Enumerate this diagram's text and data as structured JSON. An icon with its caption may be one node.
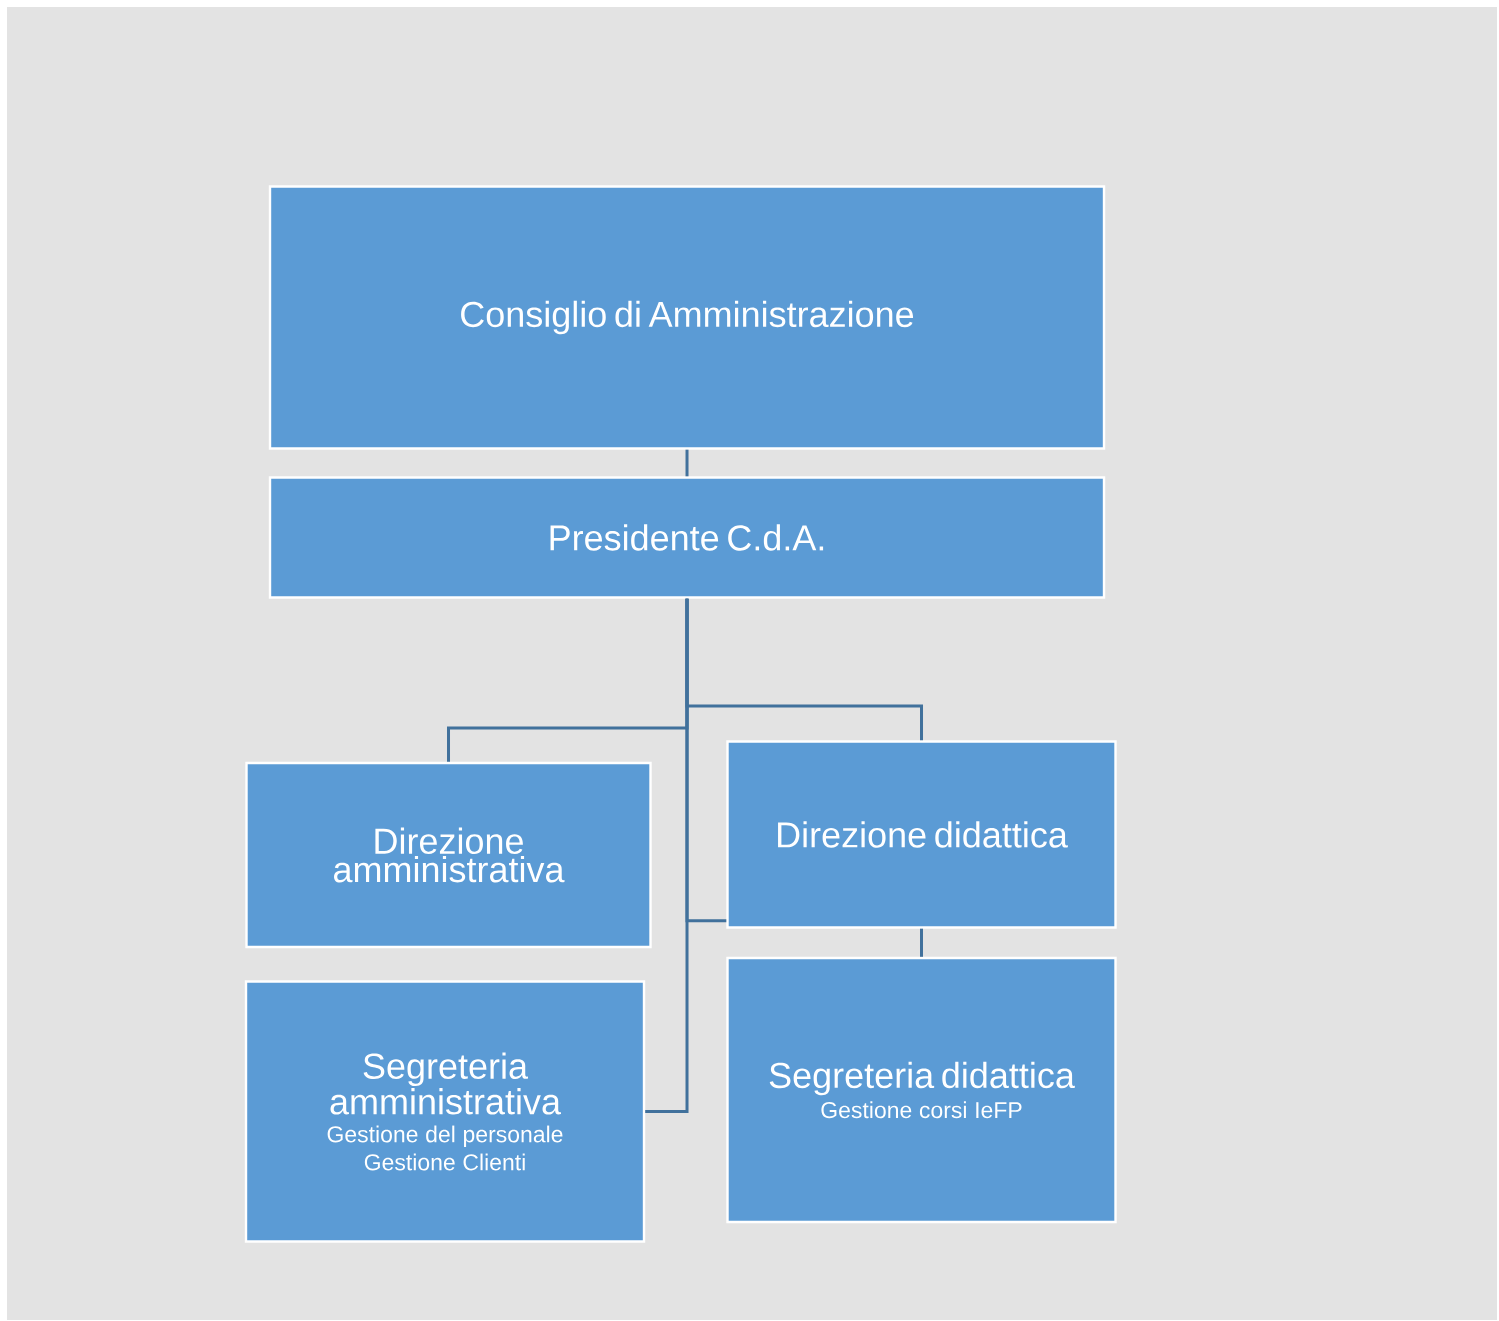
{
  "diagram": {
    "nodes": [
      {
        "text": [
          "Consiglio di Amministrazione"
        ]
      },
      {
        "text": [
          "Presidente C.d.A."
        ]
      },
      {
        "text": [
          "Direzione amministrativa"
        ]
      },
      {
        "text": [
          "Direzione didattica"
        ]
      },
      {
        "text": [
          "Segreteria amministrativa",
          "Gestione del personale",
          "Gestione Clienti"
        ]
      },
      {
        "text": [
          "Segreteria didattica",
          "Gestione corsi IeFP"
        ]
      }
    ],
    "edges": [
      {
        "from": 0,
        "to": 1,
        "arrow": "none"
      },
      {
        "from": 1,
        "to": 2,
        "arrow": "none"
      },
      {
        "from": 1,
        "to": 3,
        "arrow": "none"
      },
      {
        "from": 1,
        "to": 3,
        "arrow": "none"
      },
      {
        "from": 1,
        "to": 4,
        "arrow": "none"
      },
      {
        "from": 3,
        "to": 5,
        "arrow": "none"
      }
    ]
  }
}
